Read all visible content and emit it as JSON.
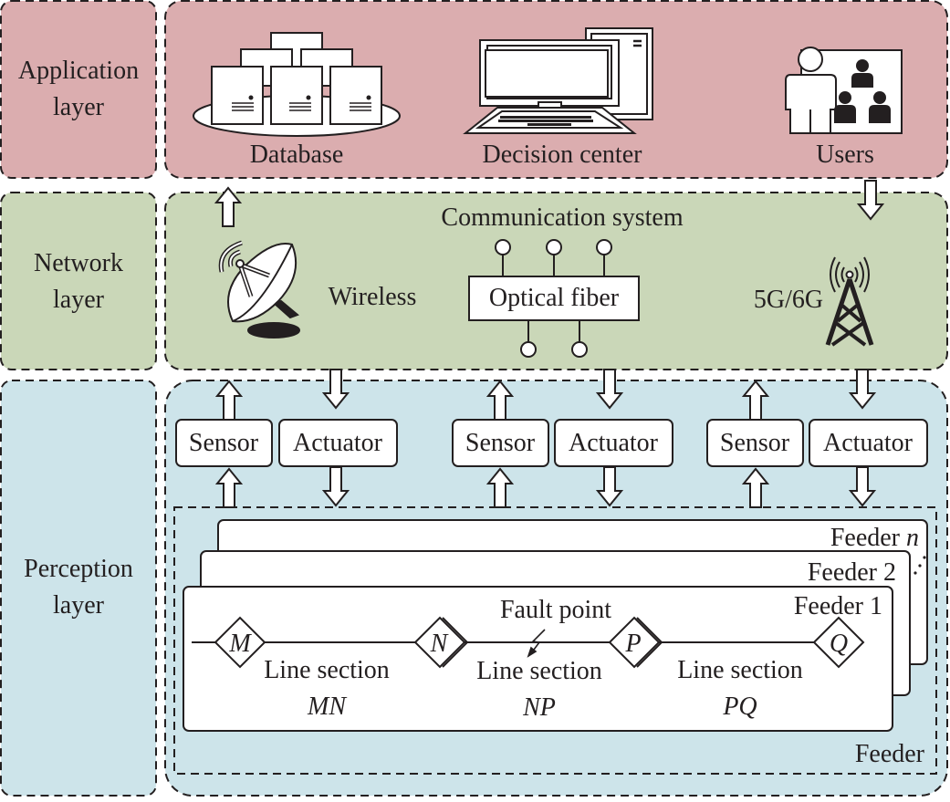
{
  "colors": {
    "application": "#dbadaf",
    "network": "#cad7b8",
    "perception": "#cde4ea",
    "ink": "#231f20",
    "white": "#ffffff"
  },
  "layers": {
    "application": {
      "line1": "Application",
      "line2": "layer"
    },
    "network": {
      "line1": "Network",
      "line2": "layer"
    },
    "perception": {
      "line1": "Perception",
      "line2": "layer"
    }
  },
  "application": {
    "items": [
      {
        "label": "Database",
        "icon": "database-servers-icon"
      },
      {
        "label": "Decision center",
        "icon": "computer-workstation-icon"
      },
      {
        "label": "Users",
        "icon": "users-presentation-icon"
      }
    ]
  },
  "network": {
    "title": "Communication system",
    "wireless": "Wireless",
    "optical": "Optical fiber",
    "cellular": "5G/6G"
  },
  "perception": {
    "devices": [
      {
        "label": "Sensor"
      },
      {
        "label": "Actuator"
      },
      {
        "label": "Sensor"
      },
      {
        "label": "Actuator"
      },
      {
        "label": "Sensor"
      },
      {
        "label": "Actuator"
      }
    ],
    "feeder_group_label": "Feeder",
    "feeders": {
      "n_prefix": "Feeder ",
      "n_suffix": "n",
      "two": "Feeder 2",
      "one": "Feeder 1"
    },
    "nodes": [
      "M",
      "N",
      "P",
      "Q"
    ],
    "fault_label": "Fault point",
    "sections": [
      {
        "label": "Line section",
        "name": "MN"
      },
      {
        "label": "Line section",
        "name": "NP"
      },
      {
        "label": "Line section",
        "name": "PQ"
      }
    ]
  }
}
